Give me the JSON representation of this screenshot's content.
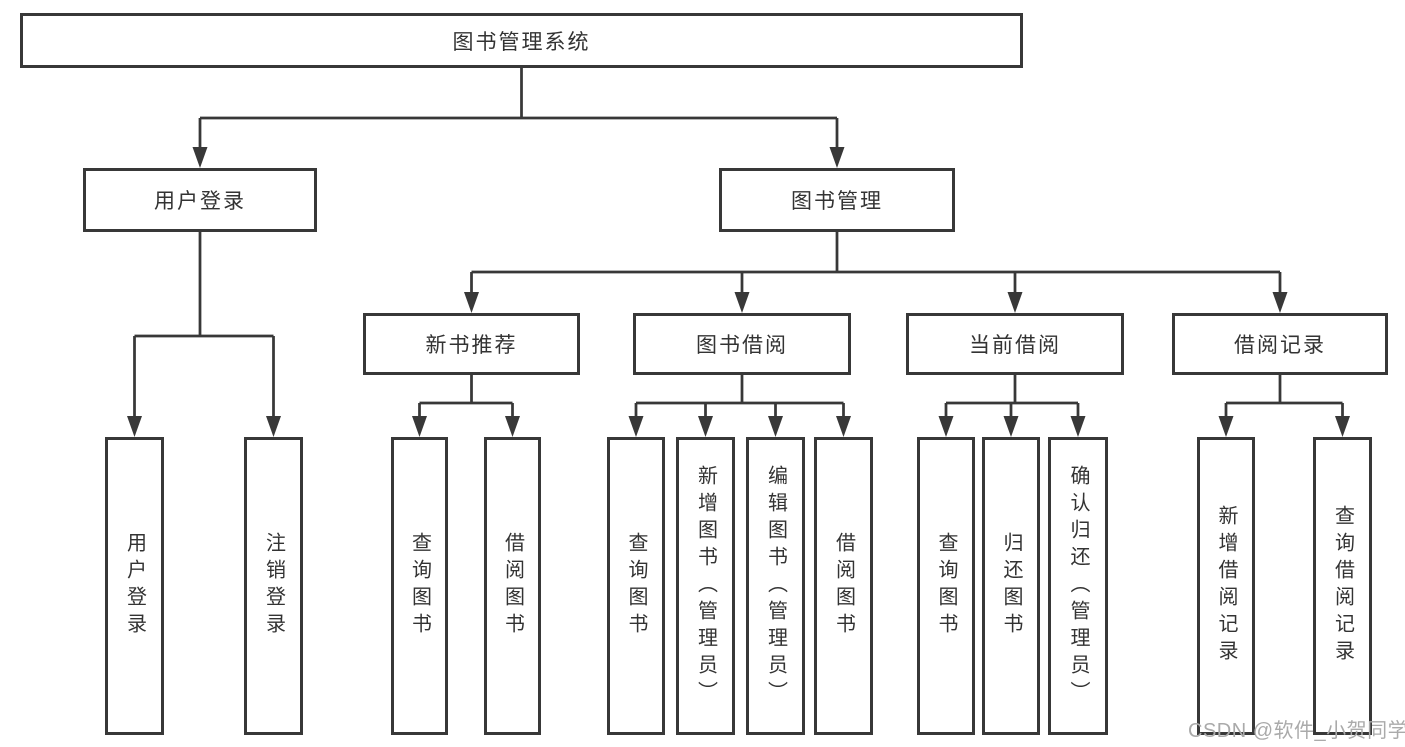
{
  "colors": {
    "line": "#383838",
    "box_border": "#383838",
    "text": "#333333",
    "background": "#ffffff",
    "watermark": "#aaaaaa"
  },
  "tree": {
    "root": "图书管理系统",
    "children": [
      {
        "label": "用户登录",
        "children": [
          "用户登录",
          "注销登录"
        ]
      },
      {
        "label": "图书管理",
        "children": [
          {
            "label": "新书推荐",
            "children": [
              "查询图书",
              "借阅图书"
            ]
          },
          {
            "label": "图书借阅",
            "children": [
              "查询图书",
              "新增图书（管理员）",
              "编辑图书（管理员）",
              "借阅图书"
            ]
          },
          {
            "label": "当前借阅",
            "children": [
              "查询图书",
              "归还图书",
              "确认归还（管理员）"
            ]
          },
          {
            "label": "借阅记录",
            "children": [
              "新增借阅记录",
              "查询借阅记录"
            ]
          }
        ]
      }
    ]
  },
  "watermark": "CSDN @软件_小贺同学"
}
